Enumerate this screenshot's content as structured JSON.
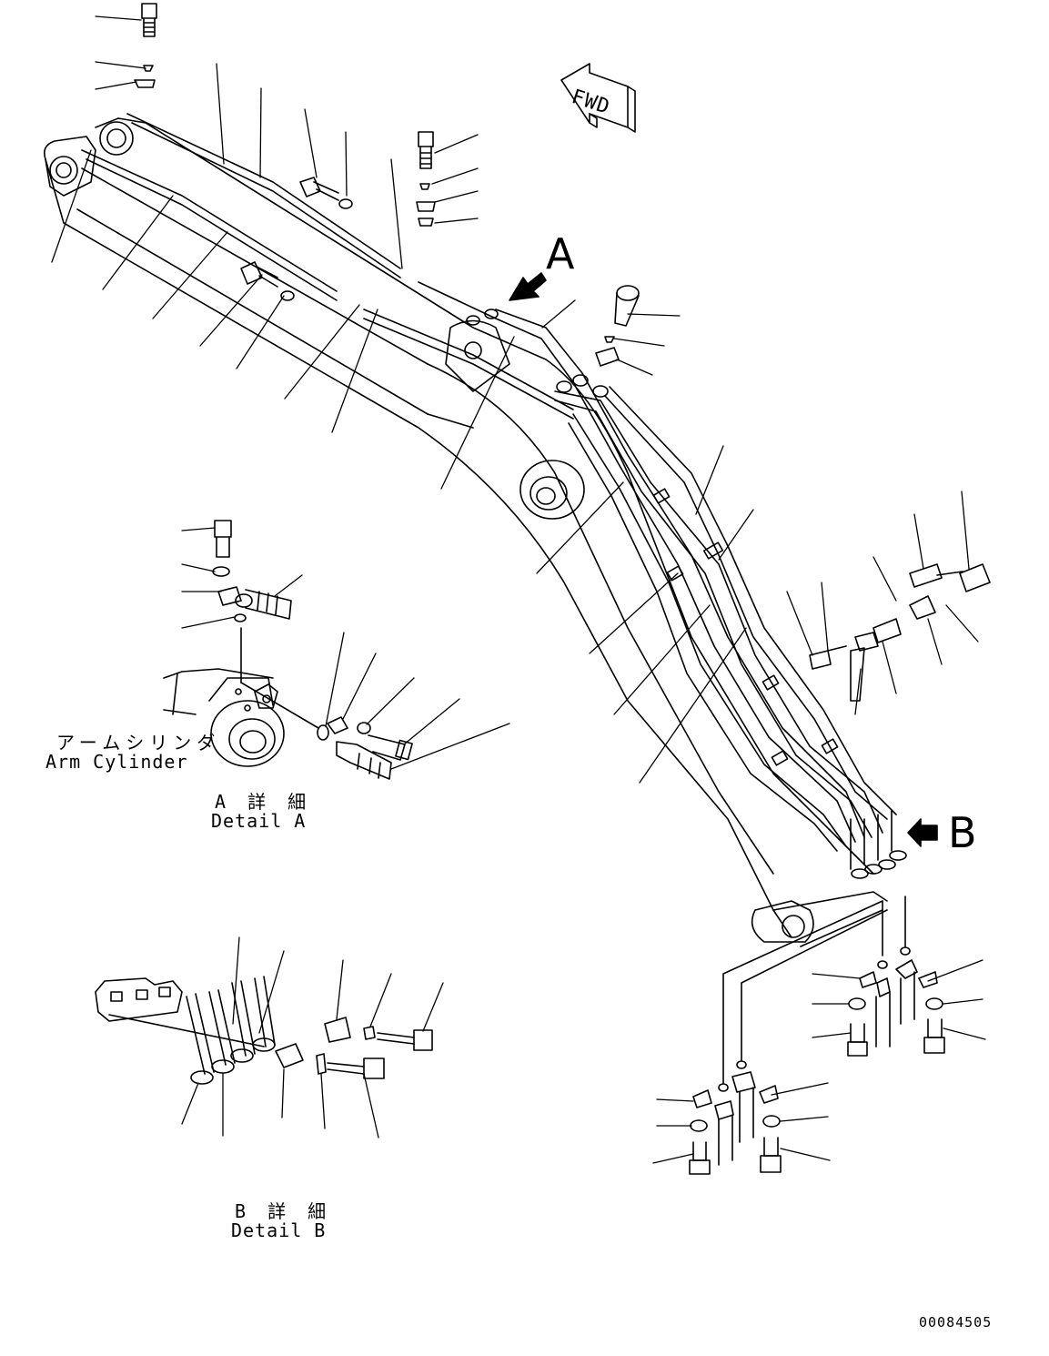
{
  "labels": {
    "fwd": "FWD",
    "callout_a": "A",
    "callout_b": "B",
    "arm_cylinder_jp": "アームシリンダ",
    "arm_cylinder_en": "Arm Cylinder",
    "detail_a_jp": "A 詳 細",
    "detail_a_en": "Detail A",
    "detail_b_jp": "B 詳 細",
    "detail_b_en": "Detail B",
    "drawing_number": "00084505"
  },
  "colors": {
    "line": "#000000",
    "background": "#ffffff"
  }
}
